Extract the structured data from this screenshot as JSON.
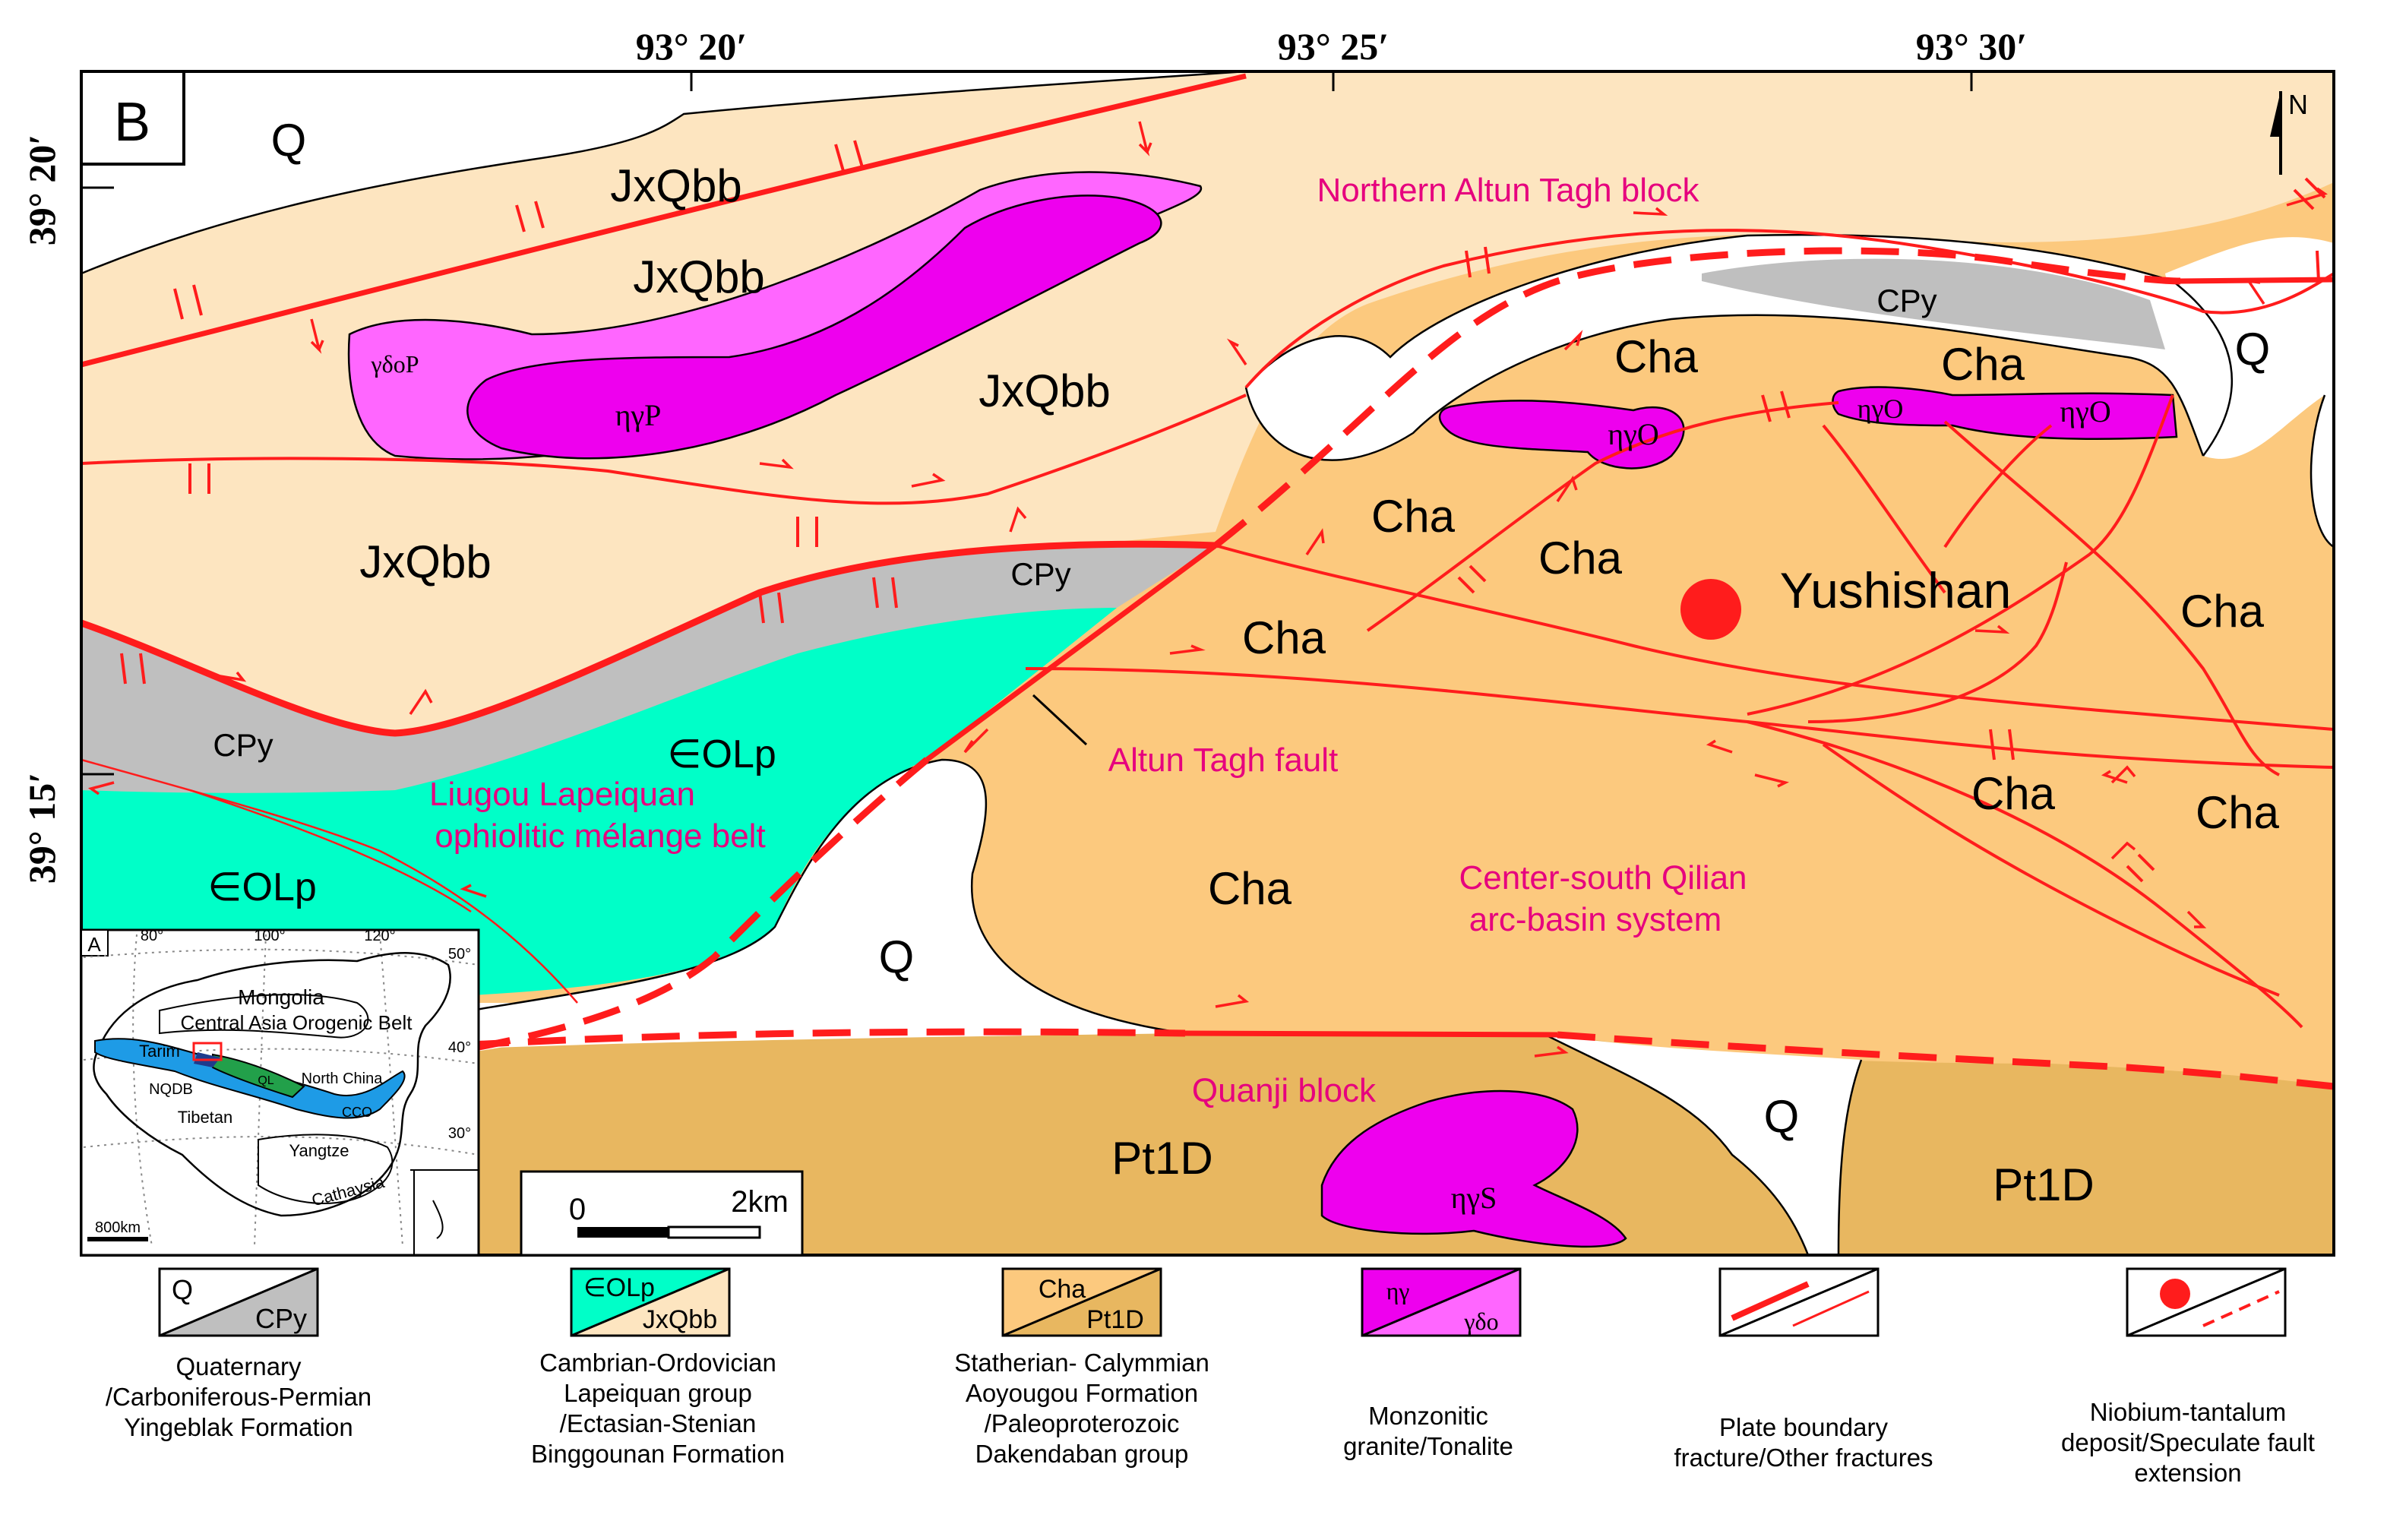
{
  "coords": {
    "lon": [
      "93° 20′",
      "93° 25′",
      "93° 30′"
    ],
    "lat": [
      "39° 20′",
      "39° 15′"
    ]
  },
  "panel_b_label": "B",
  "north_label": "N",
  "units": {
    "q": "Q",
    "cpy": "CPy",
    "jxqbb": "JxQbb",
    "olp": "∈OLp",
    "cha": "Cha",
    "pt1d": "Pt1D",
    "gdop": "γδοP",
    "ngp": "ηγP",
    "ngo": "ηγO",
    "ngs": "ηγS"
  },
  "labels": {
    "northern_altun": "Northern Altun Tagh block",
    "altun_fault": "Altun Tagh fault",
    "liugou_1": "Liugou Lapeiquan",
    "liugou_2": "ophiolitic mélange belt",
    "csq_1": "Center-south Qilian",
    "csq_2": "arc-basin system",
    "quanji": "Quanji block",
    "yushishan": "Yushishan"
  },
  "scale": {
    "zero": "0",
    "end": "2km"
  },
  "inset": {
    "label": "A",
    "lon_ticks": [
      "80°",
      "100°",
      "120°"
    ],
    "lat_ticks": [
      "50°",
      "40°",
      "30°"
    ],
    "places": {
      "mongolia": "Mongolia",
      "caob": "Central Asia Orogenic Belt",
      "tarim": "Tarim",
      "ql": "QL",
      "north_china": "North China",
      "nqdb": "NQDB",
      "tibetan": "Tibetan",
      "cco": "CCO",
      "yangtze": "Yangtze",
      "cathaysia": "Cathaysia"
    },
    "scale": "800km"
  },
  "legend": [
    {
      "top": "Q",
      "bottom": "CPy",
      "text": [
        "Quaternary",
        "/Carboniferous-Permian",
        "Yingeblak Formation"
      ]
    },
    {
      "top": "∈OLp",
      "bottom": "JxQbb",
      "text": [
        "Cambrian-Ordovician",
        "Lapeiquan group",
        "/Ectasian-Stenian",
        "Binggounan Formation"
      ]
    },
    {
      "top": "Cha",
      "bottom": "Pt1D",
      "text": [
        "Statherian- Calymmian",
        "Aoyougou Formation",
        "/Paleoproterozoic",
        "Dakendaban group"
      ]
    },
    {
      "top": "ηγ",
      "bottom": "γδο",
      "text": [
        "Monzonitic",
        "granite/Tonalite"
      ]
    },
    {
      "top": "",
      "bottom": "",
      "text": [
        "Plate boundary",
        "fracture/Other fractures"
      ]
    },
    {
      "top": "",
      "bottom": "",
      "text": [
        "Niobium-tantalum",
        "deposit/Speculate fault",
        "extension"
      ]
    }
  ],
  "colors": {
    "quaternary": "#ffffff",
    "cpy": "#bfbfbf",
    "jxqbb": "#fde5c0",
    "olp": "#00ffc8",
    "cha": "#fcc97e",
    "pt1d": "#e8b760",
    "granite": "#ee00ee",
    "tonalite": "#ff66ff",
    "fault": "#ff1c1c",
    "magenta_text": "#e6007e"
  }
}
